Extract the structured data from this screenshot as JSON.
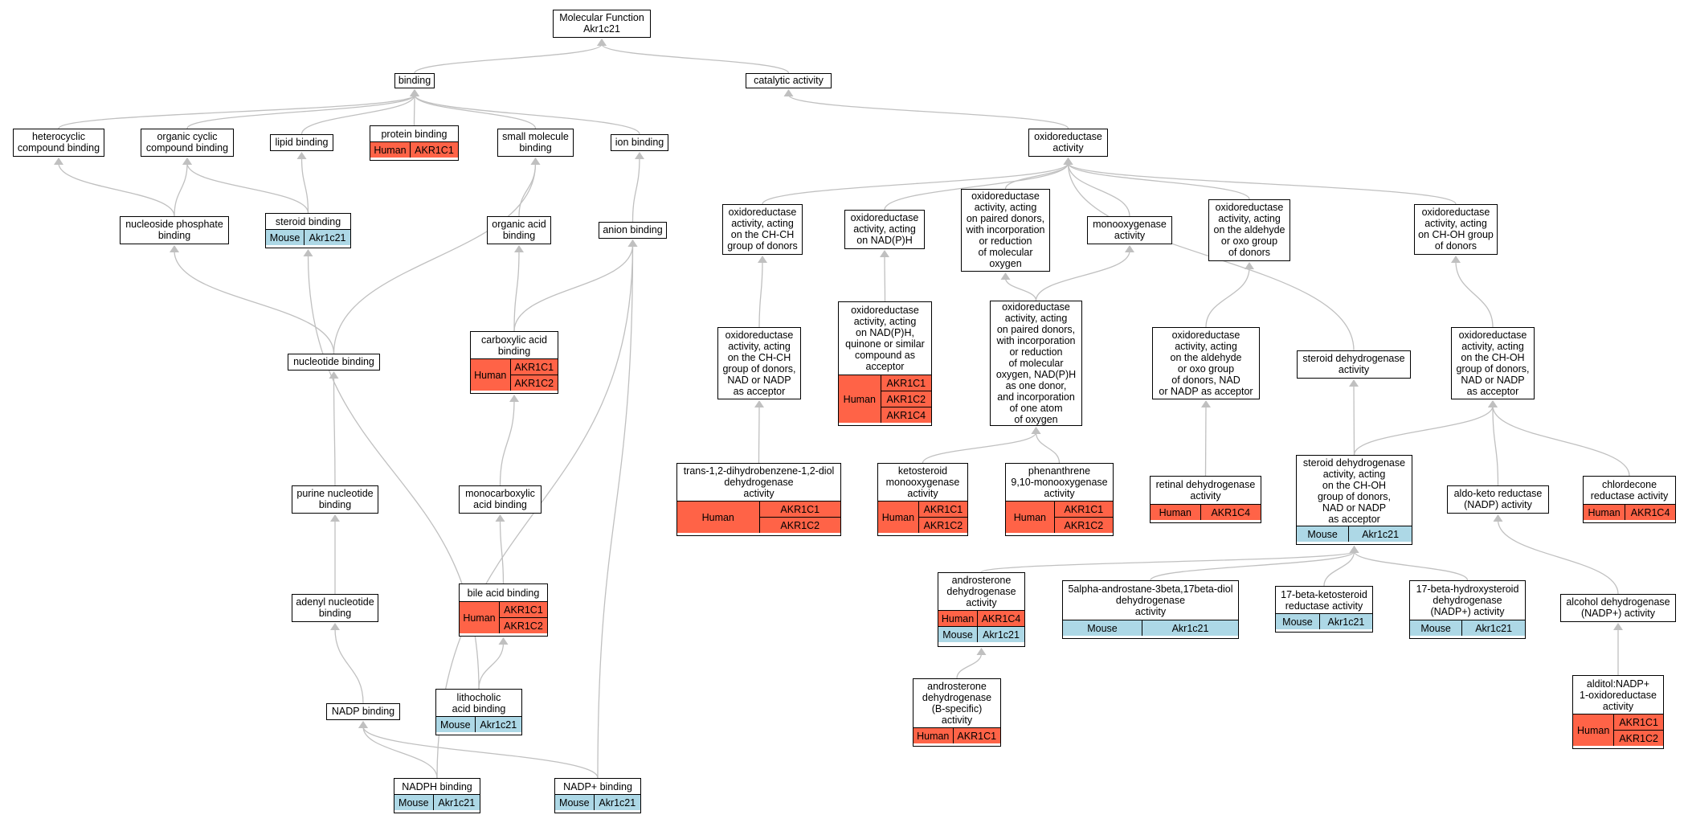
{
  "colors": {
    "human": "#ff6347",
    "mouse": "#add8e6",
    "edge": "#c0c0c0",
    "border": "#000000"
  },
  "nodes": {
    "n1": {
      "label": "Molecular Function\nAkr1c21"
    },
    "n2": {
      "label": "binding"
    },
    "n3": {
      "label": "catalytic activity"
    },
    "n4": {
      "label": "heterocyclic\ncompound binding"
    },
    "n5": {
      "label": "organic cyclic\ncompound binding"
    },
    "n6": {
      "label": "lipid binding"
    },
    "n7": {
      "label": "protein binding",
      "species": "Human",
      "genes": [
        "AKR1C1"
      ]
    },
    "n8": {
      "label": "small molecule\nbinding"
    },
    "n9": {
      "label": "ion binding"
    },
    "n10": {
      "label": "oxidoreductase\nactivity"
    },
    "n11": {
      "label": "nucleoside phosphate\nbinding"
    },
    "n12": {
      "label": "steroid binding",
      "species": "Mouse",
      "genes": [
        "Akr1c21"
      ]
    },
    "n13": {
      "label": "organic acid\nbinding"
    },
    "n14": {
      "label": "anion binding"
    },
    "n15": {
      "label": "oxidoreductase\nactivity, acting\non the CH-CH\ngroup of donors"
    },
    "n16": {
      "label": "oxidoreductase\nactivity, acting\non NAD(P)H"
    },
    "n17": {
      "label": "oxidoreductase\nactivity, acting\non paired donors,\nwith incorporation\nor reduction\nof molecular\noxygen"
    },
    "n18": {
      "label": "monooxygenase\nactivity"
    },
    "n19": {
      "label": "oxidoreductase\nactivity, acting\non the aldehyde\nor oxo group\nof donors"
    },
    "n20": {
      "label": "oxidoreductase\nactivity, acting\non CH-OH group\nof donors"
    },
    "n21": {
      "label": "nucleotide binding"
    },
    "n22": {
      "label": "carboxylic acid\nbinding",
      "species": "Human",
      "genes": [
        "AKR1C1",
        "AKR1C2"
      ]
    },
    "n23": {
      "label": "oxidoreductase\nactivity, acting\non the CH-CH\ngroup of donors,\nNAD or NADP\nas acceptor"
    },
    "n24": {
      "label": "oxidoreductase\nactivity, acting\non NAD(P)H,\nquinone or similar\ncompound as\nacceptor",
      "species": "Human",
      "genes": [
        "AKR1C1",
        "AKR1C2",
        "AKR1C4"
      ]
    },
    "n25": {
      "label": "oxidoreductase\nactivity, acting\non paired donors,\nwith incorporation\nor reduction\nof molecular\noxygen, NAD(P)H\nas one donor,\nand incorporation\nof one atom\nof oxygen"
    },
    "n26": {
      "label": "oxidoreductase\nactivity, acting\non the aldehyde\nor oxo group\nof donors, NAD\nor NADP as acceptor"
    },
    "n27": {
      "label": "steroid dehydrogenase\nactivity"
    },
    "n28": {
      "label": "oxidoreductase\nactivity, acting\non the CH-OH\ngroup of donors,\nNAD or NADP\nas acceptor"
    },
    "n29": {
      "label": "purine nucleotide\nbinding"
    },
    "n30": {
      "label": "monocarboxylic\nacid binding"
    },
    "n31": {
      "label": "trans-1,2-dihydrobenzene-1,2-diol\ndehydrogenase\nactivity",
      "species": "Human",
      "genes": [
        "AKR1C1",
        "AKR1C2"
      ]
    },
    "n32": {
      "label": "ketosteroid\nmonooxygenase\nactivity",
      "species": "Human",
      "genes": [
        "AKR1C1",
        "AKR1C2"
      ]
    },
    "n33": {
      "label": "phenanthrene\n9,10-monooxygenase\nactivity",
      "species": "Human",
      "genes": [
        "AKR1C1",
        "AKR1C2"
      ]
    },
    "n34": {
      "label": "retinal dehydrogenase\nactivity",
      "species": "Human",
      "genes": [
        "AKR1C4"
      ]
    },
    "n35": {
      "label": "steroid dehydrogenase\nactivity, acting\non the CH-OH\ngroup of donors,\nNAD or NADP\nas acceptor",
      "species": "Mouse",
      "genes": [
        "Akr1c21"
      ]
    },
    "n36": {
      "label": "aldo-keto reductase\n(NADP) activity"
    },
    "n37": {
      "label": "chlordecone\nreductase activity",
      "species": "Human",
      "genes": [
        "AKR1C4"
      ]
    },
    "n38": {
      "label": "adenyl nucleotide\nbinding"
    },
    "n39": {
      "label": "bile acid binding",
      "species": "Human",
      "genes": [
        "AKR1C1",
        "AKR1C2"
      ]
    },
    "n40": {
      "label": "androsterone\ndehydrogenase\nactivity",
      "species": "Human",
      "genes": [
        "AKR1C4"
      ],
      "species2": "Mouse",
      "genes2": [
        "Akr1c21"
      ]
    },
    "n41": {
      "label": "5alpha-androstane-3beta,17beta-diol\ndehydrogenase\nactivity",
      "species": "Mouse",
      "genes": [
        "Akr1c21"
      ]
    },
    "n42": {
      "label": "17-beta-ketosteroid\nreductase activity",
      "species": "Mouse",
      "genes": [
        "Akr1c21"
      ]
    },
    "n43": {
      "label": "17-beta-hydroxysteroid\ndehydrogenase\n(NADP+) activity",
      "species": "Mouse",
      "genes": [
        "Akr1c21"
      ]
    },
    "n44": {
      "label": "alcohol dehydrogenase\n(NADP+) activity"
    },
    "n45": {
      "label": "NADP binding"
    },
    "n46": {
      "label": "lithocholic\nacid binding",
      "species": "Mouse",
      "genes": [
        "Akr1c21"
      ]
    },
    "n47": {
      "label": "androsterone\ndehydrogenase\n(B-specific)\nactivity",
      "species": "Human",
      "genes": [
        "AKR1C1"
      ]
    },
    "n48": {
      "label": "alditol:NADP+\n1-oxidoreductase\nactivity",
      "species": "Human",
      "genes": [
        "AKR1C1",
        "AKR1C2"
      ]
    },
    "n49": {
      "label": "NADPH binding",
      "species": "Mouse",
      "genes": [
        "Akr1c21"
      ]
    },
    "n50": {
      "label": "NADP+ binding",
      "species": "Mouse",
      "genes": [
        "Akr1c21"
      ]
    }
  },
  "edges": [
    [
      "n2",
      "n1"
    ],
    [
      "n3",
      "n1"
    ],
    [
      "n4",
      "n2"
    ],
    [
      "n5",
      "n2"
    ],
    [
      "n6",
      "n2"
    ],
    [
      "n7",
      "n2"
    ],
    [
      "n8",
      "n2"
    ],
    [
      "n9",
      "n2"
    ],
    [
      "n10",
      "n3"
    ],
    [
      "n11",
      "n4"
    ],
    [
      "n11",
      "n5"
    ],
    [
      "n12",
      "n6"
    ],
    [
      "n12",
      "n5"
    ],
    [
      "n13",
      "n8"
    ],
    [
      "n14",
      "n9"
    ],
    [
      "n21",
      "n8"
    ],
    [
      "n15",
      "n10"
    ],
    [
      "n16",
      "n10"
    ],
    [
      "n17",
      "n10"
    ],
    [
      "n18",
      "n10"
    ],
    [
      "n19",
      "n10"
    ],
    [
      "n20",
      "n10"
    ],
    [
      "n27",
      "n10"
    ],
    [
      "n21",
      "n11"
    ],
    [
      "n22",
      "n13"
    ],
    [
      "n22",
      "n14"
    ],
    [
      "n23",
      "n15"
    ],
    [
      "n24",
      "n16"
    ],
    [
      "n25",
      "n17"
    ],
    [
      "n25",
      "n18"
    ],
    [
      "n26",
      "n19"
    ],
    [
      "n28",
      "n20"
    ],
    [
      "n29",
      "n21"
    ],
    [
      "n30",
      "n22"
    ],
    [
      "n31",
      "n23"
    ],
    [
      "n32",
      "n25"
    ],
    [
      "n33",
      "n25"
    ],
    [
      "n34",
      "n26"
    ],
    [
      "n35",
      "n27"
    ],
    [
      "n35",
      "n28"
    ],
    [
      "n36",
      "n28"
    ],
    [
      "n37",
      "n28"
    ],
    [
      "n38",
      "n29"
    ],
    [
      "n39",
      "n30"
    ],
    [
      "n40",
      "n35"
    ],
    [
      "n41",
      "n35"
    ],
    [
      "n42",
      "n35"
    ],
    [
      "n43",
      "n35"
    ],
    [
      "n44",
      "n36"
    ],
    [
      "n45",
      "n38"
    ],
    [
      "n46",
      "n39"
    ],
    [
      "n46",
      "n12"
    ],
    [
      "n47",
      "n40"
    ],
    [
      "n48",
      "n44"
    ],
    [
      "n49",
      "n45"
    ],
    [
      "n49",
      "n14"
    ],
    [
      "n50",
      "n45"
    ],
    [
      "n50",
      "n14"
    ]
  ]
}
